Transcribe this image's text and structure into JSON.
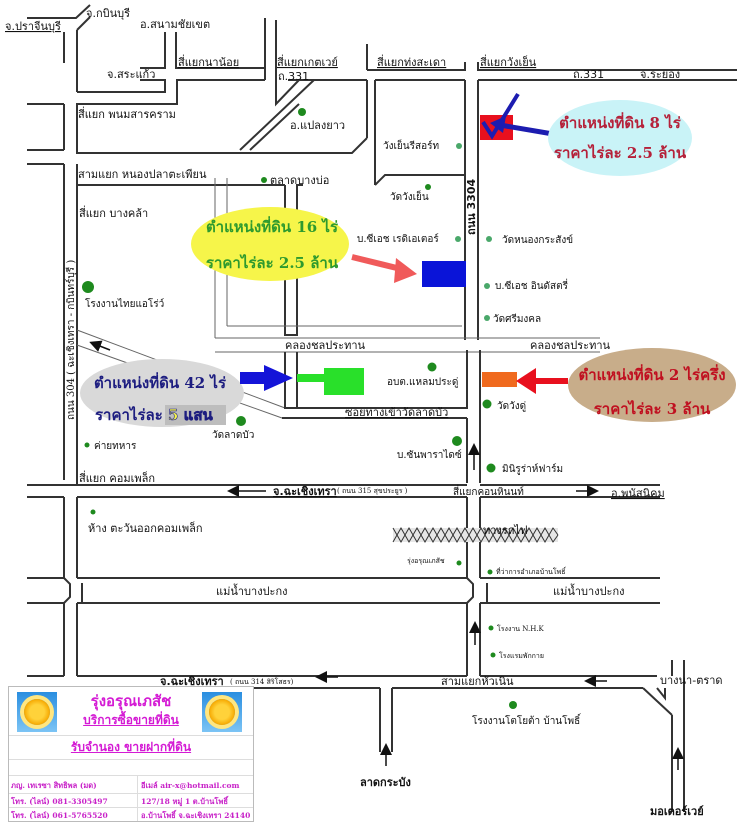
{
  "map": {
    "places_top": {
      "prachinburi": "จ.ปราจีนบุรี",
      "kabinburi": "จ.กบินบุรี",
      "sanam_chai_khet": "อ.สนามชัยเขต",
      "sa_kaeo": "จ.สระแก้ว",
      "rayong": "จ.ระยอง"
    },
    "junctions": {
      "na_noi": "สี่แยกนาน้อย",
      "ket_wai": "สี่แยกเกตเวย์",
      "thung_sa_dao": "สี่แยกท่งสะเดา",
      "wang_yen": "สี่แยกวังเย็น",
      "phanom_sarakham": "สี่แยก พนมสารคราม",
      "nong_pla_ta_phian": "สามแยก หนองปลาตะเพียน",
      "bang_khla": "สี่แยก บางคล้า",
      "complex": "สี่แยก คอมเพล็ก",
      "khon_hin_non": "สี่แยกคอนหินนท์",
      "hua_hin": "สามแยกหัวเนิน"
    },
    "roads": {
      "r331_a": "ถ.331",
      "r331_b": "ถ.331",
      "r3304": "ถนน 3304",
      "r304": "ถนน 304 ( ฉะเชิงเทรา - กบินทร์บุรี )",
      "canal": "คลองชลประทาน",
      "canal_b": "คลองชลประทาน",
      "soi_lad_bua": "ซอยทางเข้าวัดลาดบัว",
      "chachoengsao_315": "จ.ฉะเชิงเทรา",
      "chachoengsao_315_note": "( ถนน 315 สุขประยูร )",
      "phanat_nikhom": "อ.พนัสนิคม",
      "railway": "ทางรถไฟ",
      "river_a": "แม่น้ำบางปะกง",
      "river_b": "แม่น้ำบางปะกง",
      "chachoengsao_314": "จ.ฉะเชิงเทรา",
      "chachoengsao_314_note": "( ถนน 314 สิริโสธร)",
      "bangna_trat": "บางนา-ตราด",
      "lat_krabang": "ลาดกระบัง",
      "motorway": "มอเตอร์เวย์"
    },
    "landmarks": {
      "plaeng_yao": "อ.แปลงยาว",
      "wang_yen_resort": "วังเย็นรีสอร์ท",
      "talat_bang_bo": "ตลาดบางบ่อ",
      "wat_wang_yen": "วัดวังเย็น",
      "ch_creator": "บ.ซีเอช เรดิเอเตอร์",
      "wat_nong_kra_sang": "วัดหนองกระสังข์",
      "ch_industry": "บ.ซีเอช อินดัสตรี่",
      "wat_si_mongkhon": "วัดศรีมงคล",
      "thai_aero": "โรงงานไทยแอโร่ว์",
      "obt_laem_pradu": "อบต.แหลมประดู่",
      "wat_wang_du": "วัดวังดู่",
      "wat_lad_bua": "วัดลาดบัว",
      "army_camp": "ค่ายทหาร",
      "sun_paradise": "บ.ซันพาราไดซ์",
      "mini_ranch": "มินิรูร่าห์ฟาร์ม",
      "east_complex": "ห้าง ตะวันออกคอมเพล็ก",
      "rung_arun": "รุ่งอรุณเภสัช",
      "ban_pho_office": "ที่ว่าการอำเภอบ้านโพธิ์",
      "nhk": "โรงงาน N.H.K",
      "hotel": "โรงแรมพักกาย",
      "toyota": "โรงงานโตโยต้า บ้านโพธิ์"
    },
    "callouts": [
      {
        "line1": "ตำแหน่งที่ดิน 8 ไร่",
        "line2": "ราคาไร่ละ 2.5 ล้าน",
        "bubble": "#c9f3f7",
        "text": "#b5213a",
        "plot": "#e8101e"
      },
      {
        "line1": "ตำแหน่งที่ดิน 16 ไร่",
        "line2": "ราคาไร่ละ 2.5 ล้าน",
        "bubble": "#f6f54a",
        "text": "#2e9a2e",
        "plot": "#0a14d8"
      },
      {
        "line1": "ตำแหน่งที่ดิน 42 ไร่",
        "line2_prefix": "ราคาไร่ละ ",
        "line2_highlight": "5 แสน",
        "bubble": "#d9d9d9",
        "text": "#1d1d80",
        "plot": "#29e02a"
      },
      {
        "line1": "ตำแหน่งที่ดิน 2 ไร่ครึ่ง",
        "line2": "ราคาไร่ละ 3 ล้าน",
        "bubble": "#c8ad8a",
        "text": "#c01020",
        "plot": "#f06a1e"
      }
    ]
  },
  "card": {
    "title": "รุ่งอรุณเภสัช",
    "subtitle1": "บริการซื้อขายที่ดิน",
    "subtitle2": "รับจำนอง ขายฝากที่ดิน",
    "name": "ภญ. เทเรซา สิทธิพล (มด)",
    "email": "อีเมล์ air-x@hotmail.com",
    "phone1": "โทร. (ไลน์) 081-3305497",
    "address1": "127/18 หมู่ 1 ต.บ้านโพธิ์",
    "phone2": "โทร. (ไลน์) 061-5765520",
    "address2": "อ.บ้านโพธิ์ จ.ฉะเชิงเทรา 24140",
    "accent": "#d41bd4"
  }
}
